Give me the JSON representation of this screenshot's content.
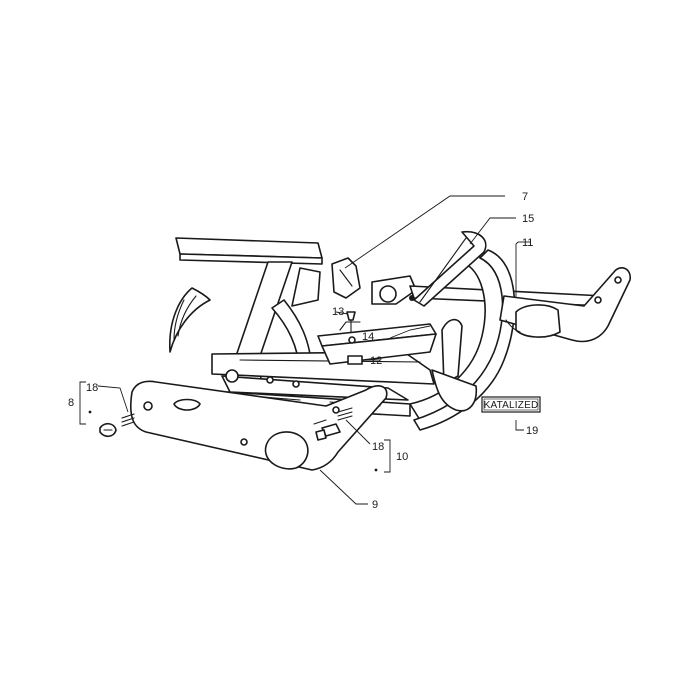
{
  "callouts": {
    "c7": "7",
    "c15": "15",
    "c11": "11",
    "c13": "13",
    "c14": "14",
    "c12": "12",
    "c18_left": "18",
    "c8": "8",
    "c18_right": "18",
    "c10": "10",
    "c9": "9",
    "c19": "19"
  },
  "tag": {
    "text": "KATALIZED"
  },
  "colors": {
    "ink": "#1a1a1a",
    "paper": "#ffffff"
  }
}
